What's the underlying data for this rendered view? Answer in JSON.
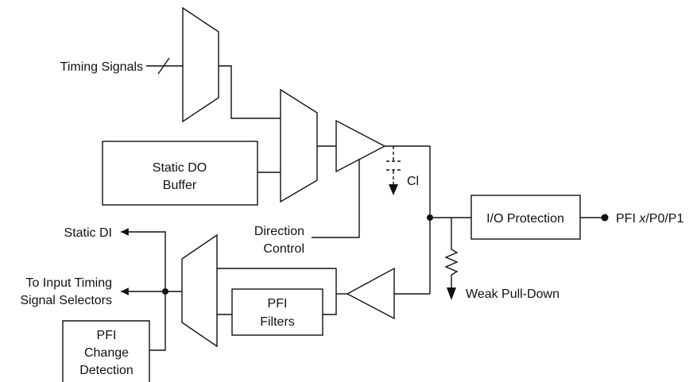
{
  "labels": {
    "timing_signals": "Timing Signals",
    "static_do_buffer_line1": "Static DO",
    "static_do_buffer_line2": "Buffer",
    "cl": "Cl",
    "direction_control_line1": "Direction",
    "direction_control_line2": "Control",
    "io_protection": "I/O Protection",
    "pfi_pin_prefix": "PFI ",
    "pfi_pin_italic": "x",
    "pfi_pin_suffix": "/P0/P1",
    "static_di": "Static DI",
    "to_input_line1": "To Input Timing",
    "to_input_line2": "Signal Selectors",
    "weak_pull_down": "Weak Pull-Down",
    "pfi_filters_line1": "PFI",
    "pfi_filters_line2": "Filters",
    "pfi_change_line1": "PFI",
    "pfi_change_line2": "Change",
    "pfi_change_line3": "Detection"
  }
}
